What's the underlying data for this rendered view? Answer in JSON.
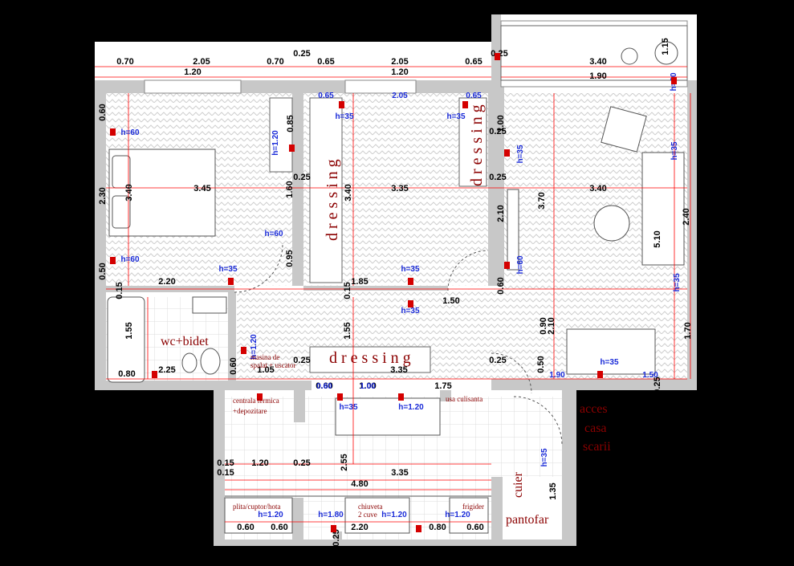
{
  "colors": {
    "wall": "#c8c8c8",
    "background": "#000000",
    "floor": "#ffffff",
    "dimension": "#000000",
    "height_mark": "#1a2bd8",
    "room_label": "#8b0000",
    "guide_line": "#ff0000",
    "socket": "#d40000"
  },
  "dims_top": [
    "0.70",
    "2.05",
    "0.70",
    "0.25",
    "0.65",
    "2.05",
    "0.65",
    "0.25",
    "3.40",
    "1.15"
  ],
  "dims_window": [
    "1.20",
    "1.20",
    "1.90"
  ],
  "dims_blue_top": [
    "0.65",
    "2.05",
    "0.65"
  ],
  "dims_rooms": [
    "3.45",
    "3.40",
    "3.35",
    "3.40",
    "3.40",
    "3.70",
    "5.10",
    "2.40",
    "2.30",
    "0.60",
    "0.50",
    "0.85",
    "1.60",
    "0.25",
    "0.95",
    "0.25",
    "2.10",
    "0.60",
    "0.25",
    "1.00"
  ],
  "dims_hall": [
    "0.15",
    "2.20",
    "0.15",
    "1.85",
    "1.50",
    "1.55",
    "1.55",
    "1.05",
    "0.25",
    "3.35",
    "0.90",
    "2.10",
    "0.50",
    "0.25",
    "1.70",
    "1.75",
    "0.25",
    "0.60",
    "1.00"
  ],
  "dims_bath": [
    "0.80",
    "2.25",
    "0.60"
  ],
  "dims_blue_bottom": [
    "1.90",
    "1.50",
    "1.00",
    "0.60"
  ],
  "dims_kitchen": [
    "0.15",
    "0.15",
    "1.20",
    "0.25",
    "2.55",
    "3.35",
    "4.80",
    "1.35",
    "0.60",
    "0.60",
    "2.20",
    "0.80",
    "0.60",
    "0.25"
  ],
  "heights": [
    "h=60",
    "h=60",
    "h=60",
    "h=1.20",
    "h=35",
    "h=35",
    "h=35",
    "h=35",
    "h=60",
    "h=35",
    "h=35",
    "h=35",
    "h=35",
    "h=60",
    "h=35",
    "h=35",
    "h=1.20",
    "h=1.20",
    "h=1.20",
    "h=1.80",
    "h=1.20",
    "h=1.20",
    "h=35"
  ],
  "labels": {
    "dressing_1": "dressing",
    "dressing_2": "dressing",
    "dressing_3": "dressing",
    "wc": "wc+bidet",
    "washer": "masina de\nspalat + uscator",
    "boiler": "centrala termica\n+depozitare",
    "sliding_door": "usa culisanta",
    "entrance": "acces\ncasa\nscarii",
    "coat": "cuier",
    "shoe": "pantofar",
    "hob": "plita/cuptor/hota",
    "sink": "chiuveta\n2 cuve",
    "fridge": "frigider"
  }
}
